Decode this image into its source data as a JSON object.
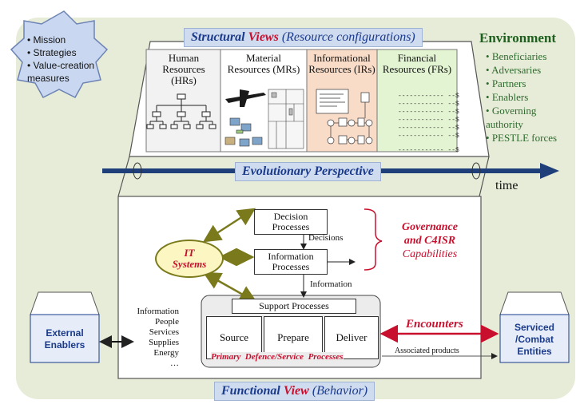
{
  "star": {
    "items": [
      "Mission",
      "Strategies",
      "Value-creation measures"
    ]
  },
  "structural_view": {
    "part1": "Structural",
    "part2": "Views",
    "part3": "(Resource configurations)"
  },
  "columns": [
    {
      "title": "Human Resources (HRs)",
      "bg": "#f2f2f2"
    },
    {
      "title": "Material Resources (MRs)",
      "bg": "#ffffff"
    },
    {
      "title": "Informational Resources (IRs)",
      "bg": "#f9dcc8"
    },
    {
      "title": "Financial Resources (FRs)",
      "bg": "#e3f4d2"
    }
  ],
  "financial_lines": [
    "------------ --$",
    "------------ --$",
    "------------ --$",
    "------------ --$",
    "------------ --$",
    "------------ --$",
    "------------ --$"
  ],
  "environment": {
    "title": "Environment",
    "items": [
      "Beneficiaries",
      "Adversaries",
      "Partners",
      "Enablers",
      "Governing authority",
      "PESTLE forces"
    ]
  },
  "evolutionary": {
    "label": "Evolutionary Perspective",
    "time_label": "time"
  },
  "processes": {
    "decision": "Decision Processes",
    "decisions_label": "Decisions",
    "information": "Information Processes",
    "information_label": "Information",
    "support": "Support Processes",
    "source": "Source",
    "prepare": "Prepare",
    "deliver": "Deliver",
    "primary_caption": "Primary  Defence/Service  Processes"
  },
  "it_systems": "IT Systems",
  "governance": {
    "line1": "Governance",
    "line2": "and C4ISR",
    "line3": "Capabilities"
  },
  "inputs": [
    "Information",
    "People",
    "Services",
    "Supplies",
    "Energy",
    "…"
  ],
  "external_enablers": "External Enablers",
  "serviced_entities": "Serviced /Combat Entities",
  "encounters": "Encounters",
  "associated_products": "Associated products",
  "functional_view": {
    "part1": "Functional",
    "part2": "View",
    "part3": "(Behavior)"
  },
  "colors": {
    "blue": "#1a3a8c",
    "red": "#c8102e",
    "green": "#2e6b2e",
    "olive": "#7a7a1c",
    "arrow_blue": "#1f3f7a"
  }
}
